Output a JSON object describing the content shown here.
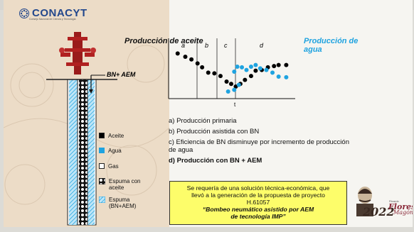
{
  "logo": {
    "name": "CONACYT",
    "subtitle": "Consejo Nacional de Ciencia y Tecnología"
  },
  "well": {
    "label": "BN+ AEM"
  },
  "legend": [
    {
      "label": "Aceite",
      "color": "#000000"
    },
    {
      "label": "Agua",
      "color": "#1fa3e0"
    },
    {
      "label": "Gas",
      "color": "#ffffff"
    },
    {
      "label": "Espuma con aceite",
      "color": "pattern-dots"
    },
    {
      "label": "Espuma (BN+AEM)",
      "color": "pattern-hatch"
    }
  ],
  "chart_data": {
    "type": "scatter",
    "title_left": "Producción de aceite",
    "title_right": "Producción de agua",
    "xlabel": "t",
    "regions": [
      "a",
      "b",
      "c",
      "d"
    ],
    "series": [
      {
        "name": "Producción de aceite",
        "color": "#000000",
        "marker": "dot",
        "points": [
          [
            0.5,
            0.8
          ],
          [
            1.0,
            0.7
          ],
          [
            1.4,
            0.62
          ],
          [
            1.8,
            0.5
          ],
          [
            2.1,
            0.38
          ],
          [
            2.5,
            0.22
          ],
          [
            2.9,
            0.2
          ],
          [
            3.3,
            0.12
          ],
          [
            3.7,
            -0.05
          ],
          [
            4.0,
            -0.12
          ],
          [
            4.3,
            -0.2
          ],
          [
            4.6,
            -0.12
          ],
          [
            4.9,
            0.0
          ],
          [
            5.3,
            0.12
          ],
          [
            5.6,
            0.28
          ],
          [
            6.0,
            0.3
          ],
          [
            6.4,
            0.38
          ],
          [
            6.8,
            0.42
          ],
          [
            7.1,
            0.45
          ],
          [
            7.6,
            0.45
          ]
        ]
      },
      {
        "name": "Producción de agua",
        "color": "#1fa3e0",
        "marker": "dot",
        "points": [
          [
            3.8,
            -0.35
          ],
          [
            4.2,
            -0.3
          ],
          [
            4.5,
            -0.15
          ],
          [
            4.2,
            0.25
          ],
          [
            4.4,
            0.4
          ],
          [
            4.7,
            0.38
          ],
          [
            5.0,
            0.3
          ],
          [
            5.3,
            0.4
          ],
          [
            5.6,
            0.45
          ],
          [
            5.9,
            0.35
          ],
          [
            6.3,
            0.3
          ],
          [
            6.7,
            0.22
          ],
          [
            7.1,
            0.1
          ],
          [
            7.6,
            0.08
          ]
        ]
      }
    ]
  },
  "items": [
    {
      "text": "a) Producción primaria",
      "bold": false
    },
    {
      "text": "b) Producción asistida con BN",
      "bold": false
    },
    {
      "text": "c) Eficiencia de BN disminuye por incremento de producción de agua",
      "bold": false
    },
    {
      "text": "d) Producción con BN + AEM",
      "bold": true
    }
  ],
  "callout": {
    "line1": "Se requería de una solución técnica-económica, que",
    "line2": "llevó a la generación de la propuesta de proyecto",
    "line3": "H.61057",
    "line4": "“Bombeo neumático asistido por AEM",
    "line5": "de tecnología IMP”"
  },
  "stamp": {
    "year": "2022",
    "name": "Flores",
    "name2": "Magón",
    "small": "Ricardo"
  }
}
